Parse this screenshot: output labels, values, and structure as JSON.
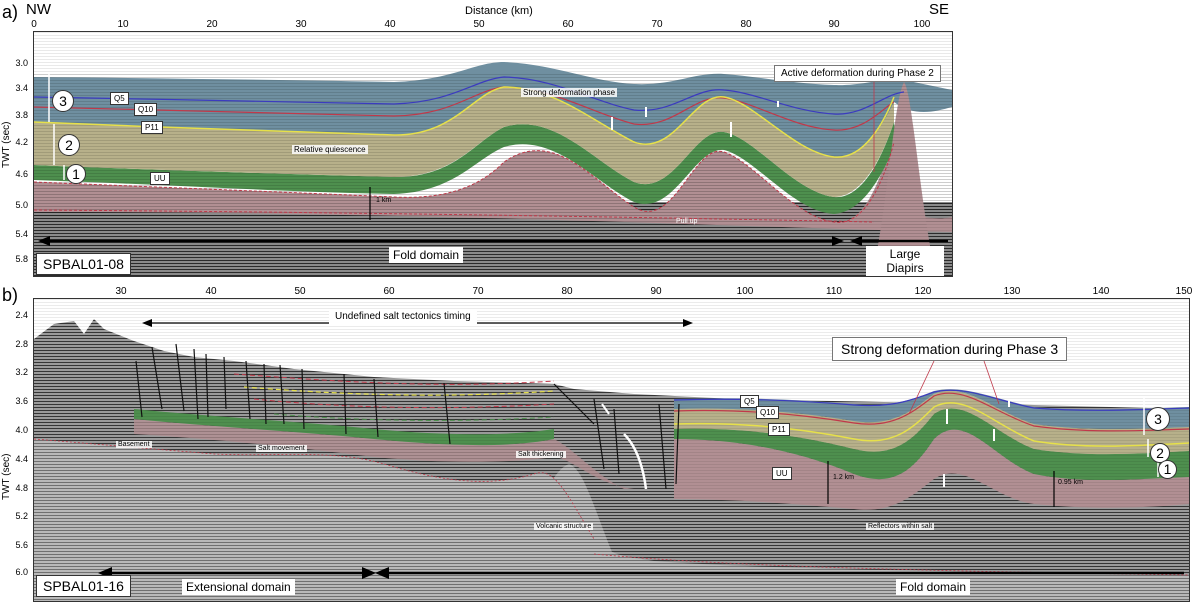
{
  "panels": {
    "a": {
      "letter": "a)",
      "dir_left": "NW",
      "dir_right": "SE",
      "x_title": "Distance (km)",
      "y_title": "TWT (sec)",
      "x_ticks": [
        "0",
        "10",
        "20",
        "30",
        "40",
        "50",
        "60",
        "70",
        "80",
        "90",
        "100"
      ],
      "y_ticks": [
        "3.0",
        "3.4",
        "3.8",
        "4.2",
        "4.6",
        "5.0",
        "5.4",
        "5.8"
      ],
      "horizons": {
        "q5": "Q5",
        "q10": "Q10",
        "p11": "P11",
        "uu": "UU"
      },
      "units": {
        "u3": "3",
        "u2": "2",
        "u1": "1"
      },
      "callouts": {
        "active": "Active deformation during Phase 2",
        "strong": "Strong deformation phase",
        "quiescence": "Relative quiescence"
      },
      "notes": {
        "onekm": "1 km",
        "pullup": "Pull up"
      },
      "domains": {
        "fold": "Fold domain",
        "diapirs": "Large Diapirs domain"
      },
      "profile": "SPBAL01-08"
    },
    "b": {
      "letter": "b)",
      "y_title": "TWT (sec)",
      "x_ticks": [
        "30",
        "40",
        "50",
        "60",
        "70",
        "80",
        "90",
        "100",
        "110",
        "120",
        "130",
        "140",
        "150"
      ],
      "y_ticks": [
        "2.4",
        "2.8",
        "3.2",
        "3.6",
        "4.0",
        "4.4",
        "4.8",
        "5.2",
        "5.6",
        "6.0"
      ],
      "horizons": {
        "q5": "Q5",
        "q10": "Q10",
        "p11": "P11",
        "uu": "UU"
      },
      "units": {
        "u3": "3",
        "u2": "2",
        "u1": "1"
      },
      "callouts": {
        "undefined": "Undefined salt tectonics timing",
        "phase3": "Strong deformation during Phase 3"
      },
      "notes": {
        "basement": "Basement",
        "salt_movement": "Salt movement",
        "salt_thickening": "Salt thickening",
        "volcanic": "Volcanic structure",
        "reflectors": "Reflectors within salt",
        "onetwokm": "1.2 km",
        "ohkm": "0.95 km"
      },
      "domains": {
        "extensional": "Extensional domain",
        "fold": "Fold domain"
      },
      "profile": "SPBAL01-16"
    }
  },
  "colors": {
    "q_unit": "#6f8fa0",
    "p_unit": "#b7b08a",
    "uu_green": "#4e8f4e",
    "salt": "#b18f93",
    "pre_salt": "#7d7d7d",
    "basement": "#b9b9b9",
    "q5": "#3b3bbf",
    "q10": "#c0394a",
    "p11": "#e6e04a"
  }
}
